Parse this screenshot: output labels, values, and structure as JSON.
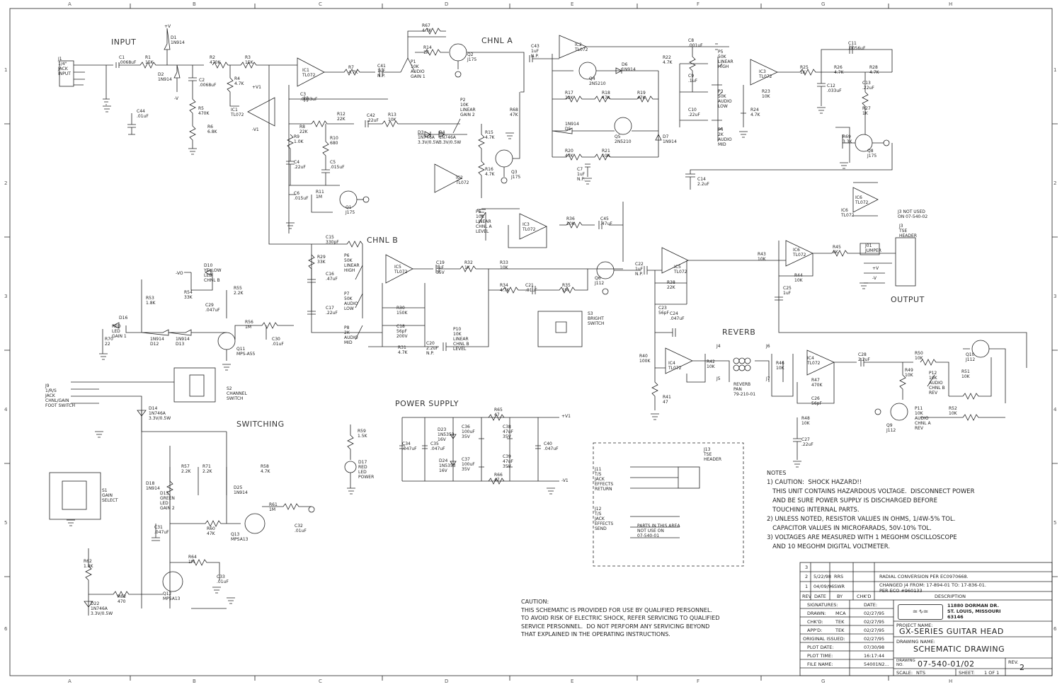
{
  "border": {
    "cols_top": [
      "A",
      "B",
      "C",
      "D",
      "E",
      "F",
      "G",
      "H"
    ],
    "rows_side": [
      "1",
      "2",
      "3",
      "4",
      "5",
      "6"
    ]
  },
  "sections": {
    "input": "INPUT",
    "chnl_a": "CHNL A",
    "chnl_b": "CHNL B",
    "power_supply": "POWER SUPPLY",
    "switching": "SWITCHING",
    "reverb": "REVERB",
    "output": "OUTPUT"
  },
  "components": [
    {
      "id": "c1",
      "text": "C1\n.0068uF"
    },
    {
      "id": "r1",
      "text": "R1\n15K"
    },
    {
      "id": "d1",
      "text": "D1\n1N914"
    },
    {
      "id": "d2",
      "text": "D2\n1N914"
    },
    {
      "id": "r2",
      "text": "R2\n470K"
    },
    {
      "id": "c2",
      "text": "C2\n.0068uF"
    },
    {
      "id": "r3",
      "text": "R3\n15K"
    },
    {
      "id": "r4",
      "text": "R4\n4.7K"
    },
    {
      "id": "r5",
      "text": "R5\n470K"
    },
    {
      "id": "r6",
      "text": "R6\n6.8K"
    },
    {
      "id": "c44",
      "text": "C44\n.01uF"
    },
    {
      "id": "ic1a",
      "text": "IC1\nTL072"
    },
    {
      "id": "ic1b",
      "text": "IC1\nTL072"
    },
    {
      "id": "r7",
      "text": "R7\n4.7K"
    },
    {
      "id": "c41",
      "text": "C41\n1uF\nN.P."
    },
    {
      "id": "p1",
      "text": "P1\n10K\nAUDIO\nGAIN 1"
    },
    {
      "id": "r67",
      "text": "R67\n4.7K"
    },
    {
      "id": "r14",
      "text": "R14\n1K"
    },
    {
      "id": "q2",
      "text": "Q2\nJ175"
    },
    {
      "id": "c3",
      "text": "C3\n.0033uF"
    },
    {
      "id": "r12",
      "text": "R12\n22K"
    },
    {
      "id": "c42",
      "text": "C42\n.22uF"
    },
    {
      "id": "r13",
      "text": "R13\n10K"
    },
    {
      "id": "p2",
      "text": "P2\n10K\nLINEAR\nGAIN 2"
    },
    {
      "id": "r8",
      "text": "R8\n22K"
    },
    {
      "id": "r9",
      "text": "R9\n1.0K"
    },
    {
      "id": "r10",
      "text": "R10\n680"
    },
    {
      "id": "c4",
      "text": "C4\n.22uF"
    },
    {
      "id": "c5",
      "text": "C5\n.015uF"
    },
    {
      "id": "c6",
      "text": "C6\n.015uF"
    },
    {
      "id": "r11",
      "text": "R11\n1M"
    },
    {
      "id": "q1",
      "text": "Q1\nJ175"
    },
    {
      "id": "d3",
      "text": "D3\n1N746A\n3.3V/0.5W"
    },
    {
      "id": "d4",
      "text": "D4\n1N746A\n3.3V/0.5W"
    },
    {
      "id": "ic2a",
      "text": "IC2\nTL072"
    },
    {
      "id": "r15",
      "text": "R15\n4.7K"
    },
    {
      "id": "r16",
      "text": "R16\n4.7K"
    },
    {
      "id": "q3",
      "text": "Q3\nJ175"
    },
    {
      "id": "r68",
      "text": "R68\n47K"
    },
    {
      "id": "c43",
      "text": "C43\n1uF\nN.P."
    },
    {
      "id": "ic2b",
      "text": "IC2\nTL072"
    },
    {
      "id": "q4",
      "text": "Q4\n2N5210"
    },
    {
      "id": "d6",
      "text": "D6\n1N914"
    },
    {
      "id": "r17",
      "text": "R17\n22K"
    },
    {
      "id": "r18",
      "text": "R18\n47K"
    },
    {
      "id": "r19",
      "text": "R19\n47K"
    },
    {
      "id": "q5",
      "text": "Q5\n2N5210"
    },
    {
      "id": "d5",
      "text": "1N914\nD5"
    },
    {
      "id": "d7",
      "text": "D7\n1N914"
    },
    {
      "id": "r20",
      "text": "R20\n47K"
    },
    {
      "id": "r21",
      "text": "R21\n10K"
    },
    {
      "id": "c7",
      "text": "C7\n1uF\nN.P."
    },
    {
      "id": "c8",
      "text": "C8\n.001uF"
    },
    {
      "id": "r22",
      "text": "R22\n4.7K"
    },
    {
      "id": "p5",
      "text": "P5\n50K\nLINEAR\nHIGH"
    },
    {
      "id": "c9",
      "text": "C9\n.1uF"
    },
    {
      "id": "p3",
      "text": "P3\n50K\nAUDIO\nLOW"
    },
    {
      "id": "c10",
      "text": "C10\n.22uF"
    },
    {
      "id": "p4",
      "text": "P4\n2K\nAUDIO\nMID"
    },
    {
      "id": "ic3a",
      "text": "IC3\nTL072"
    },
    {
      "id": "r23",
      "text": "R23\n10K"
    },
    {
      "id": "r24",
      "text": "R24\n4.7K"
    },
    {
      "id": "r25",
      "text": "R25\n1K"
    },
    {
      "id": "c11",
      "text": "C11\n.0056uF"
    },
    {
      "id": "r26",
      "text": "R26\n4.7K"
    },
    {
      "id": "r28",
      "text": "R28\n4.7K"
    },
    {
      "id": "c12",
      "text": "C12\n.033uF"
    },
    {
      "id": "c13",
      "text": "C13\n.22uF"
    },
    {
      "id": "r27",
      "text": "R27\n1K"
    },
    {
      "id": "r69",
      "text": "R69\n3.3K"
    },
    {
      "id": "q8",
      "text": "Q8\nJ175"
    },
    {
      "id": "c14",
      "text": "C14\n2.2uF"
    },
    {
      "id": "ic6a",
      "text": "IC6\nTL072"
    },
    {
      "id": "j3note",
      "text": "J3 NOT USED\nON 07-540-02"
    },
    {
      "id": "j3",
      "text": "J3\nTSE\nHEADER"
    },
    {
      "id": "p6",
      "text": "P6\n10K\nLINEAR\nCHNL A\nLEVEL"
    },
    {
      "id": "ic3b",
      "text": "IC3\nTL072"
    },
    {
      "id": "r36",
      "text": "R36\n10K"
    },
    {
      "id": "c45",
      "text": "C45\n.47uF"
    },
    {
      "id": "c15",
      "text": "C15\n330pF"
    },
    {
      "id": "r29",
      "text": "R29\n33K"
    },
    {
      "id": "p6b",
      "text": "P6\n50K\nLINEAR\nHIGH"
    },
    {
      "id": "c16",
      "text": "C16\n.47uF"
    },
    {
      "id": "p7",
      "text": "P7\n50K\nAUDIO\nLOW"
    },
    {
      "id": "c17",
      "text": "C17\n.22uF"
    },
    {
      "id": "p8",
      "text": "P8\n2K\nAUDIO\nMID"
    },
    {
      "id": "ic5a",
      "text": "IC5\nTL072"
    },
    {
      "id": "c19",
      "text": "C19\n1uF\n35V"
    },
    {
      "id": "r32",
      "text": "R32\n1K"
    },
    {
      "id": "r30",
      "text": "R30\n150K"
    },
    {
      "id": "c18",
      "text": "C18\n56pF\n200V"
    },
    {
      "id": "r31",
      "text": "R31\n4.7K"
    },
    {
      "id": "c20",
      "text": "C20\n2.2uF\nN.P."
    },
    {
      "id": "p10",
      "text": "P10\n10K\nLINEAR\nCHNL B\nLEVEL"
    },
    {
      "id": "r33",
      "text": "R33\n10K"
    },
    {
      "id": "r34",
      "text": "R34\n4.7K"
    },
    {
      "id": "c21",
      "text": "C21\n.01uF"
    },
    {
      "id": "r35",
      "text": "R35\n1M"
    },
    {
      "id": "s3",
      "text": "S3\nBRIGHT\nSWITCH"
    },
    {
      "id": "q6",
      "text": "Q6\nJ112"
    },
    {
      "id": "c22",
      "text": "C22\n1uF\nN.P."
    },
    {
      "id": "ic5b",
      "text": "IC5\nTL072"
    },
    {
      "id": "r38",
      "text": "R38\n22K"
    },
    {
      "id": "c23",
      "text": "C23\n56pF"
    },
    {
      "id": "c24",
      "text": "C24\n.047uF"
    },
    {
      "id": "r43",
      "text": "R43\n10K"
    },
    {
      "id": "ic6b",
      "text": "IC6\nTL072"
    },
    {
      "id": "r44",
      "text": "R44\n10K"
    },
    {
      "id": "c25",
      "text": "C25\n1uF"
    },
    {
      "id": "r45",
      "text": "R45\n1K"
    },
    {
      "id": "j01",
      "text": "J01\nJUMPER"
    },
    {
      "id": "ic4a",
      "text": "IC4\nTL072"
    },
    {
      "id": "r40",
      "text": "R40\n100K"
    },
    {
      "id": "r41",
      "text": "R41\n47"
    },
    {
      "id": "r42",
      "text": "R42\n10K"
    },
    {
      "id": "j4",
      "text": "J4"
    },
    {
      "id": "j5",
      "text": "J5"
    },
    {
      "id": "pan",
      "text": "REVERB\nPAN\n79-210-01"
    },
    {
      "id": "j6",
      "text": "J6"
    },
    {
      "id": "j7",
      "text": "J7"
    },
    {
      "id": "r46",
      "text": "R46\n10K"
    },
    {
      "id": "ic4b",
      "text": "IC4\nTL072"
    },
    {
      "id": "r47",
      "text": "R47\n470K"
    },
    {
      "id": "c26",
      "text": "C26\n56pF"
    },
    {
      "id": "r48",
      "text": "R48\n10K"
    },
    {
      "id": "c27",
      "text": "C27\n.22uF"
    },
    {
      "id": "c28",
      "text": "C28\n2.2uF"
    },
    {
      "id": "r50",
      "text": "R50\n10K"
    },
    {
      "id": "r49",
      "text": "R49\n10K"
    },
    {
      "id": "p12",
      "text": "P12\n10K\nAUDIO\nCHNL B\nREV"
    },
    {
      "id": "r51",
      "text": "R51\n10K"
    },
    {
      "id": "q10",
      "text": "Q10\nJ112"
    },
    {
      "id": "q9",
      "text": "Q9\nJ112"
    },
    {
      "id": "p11",
      "text": "P11\n10K\nAUDIO\nCHNL A\nREV"
    },
    {
      "id": "r52",
      "text": "R52\n10K"
    },
    {
      "id": "d10",
      "text": "D10\nYELLOW\nLED\nCHNL B"
    },
    {
      "id": "r54",
      "text": "R54\n33K"
    },
    {
      "id": "r55",
      "text": "R55\n2.2K"
    },
    {
      "id": "c29",
      "text": "C29\n.047uF"
    },
    {
      "id": "r53",
      "text": "R53\n1.8K"
    },
    {
      "id": "d16",
      "text": "D16"
    },
    {
      "id": "d16b",
      "text": "RED\nLED\nGAIN 1"
    },
    {
      "id": "r70",
      "text": "R70\n22"
    },
    {
      "id": "d12",
      "text": "1N914\nD12"
    },
    {
      "id": "d13",
      "text": "1N914\nD13"
    },
    {
      "id": "r56",
      "text": "R56\n1M"
    },
    {
      "id": "q11",
      "text": "Q11\nMPS-A55"
    },
    {
      "id": "c30",
      "text": "C30\n.01uF"
    },
    {
      "id": "j9",
      "text": "J9\n1/R/S\nJACK\nCHNL/GAIN\nFOOT SWITCH"
    },
    {
      "id": "s2",
      "text": "S2\nCHANNEL\nSWITCH"
    },
    {
      "id": "d14",
      "text": "D14\n1N746A\n3.3V/0.5W"
    },
    {
      "id": "s1",
      "text": "S1\nGAIN\nSELECT"
    },
    {
      "id": "d18",
      "text": "D18\n1N914"
    },
    {
      "id": "r57",
      "text": "R57\n2.2K"
    },
    {
      "id": "d15",
      "text": "D15\nGREEN\nLED\nGAIN 2"
    },
    {
      "id": "r71",
      "text": "R71\n2.2K"
    },
    {
      "id": "c31",
      "text": "C31\n.047uF"
    },
    {
      "id": "r60",
      "text": "R60\n47K"
    },
    {
      "id": "d25",
      "text": "D25\n1N914"
    },
    {
      "id": "r58",
      "text": "R58\n4.7K"
    },
    {
      "id": "q13",
      "text": "Q13\nMPSA13"
    },
    {
      "id": "r61",
      "text": "R61\n1M"
    },
    {
      "id": "c32",
      "text": "C32\n.01uF"
    },
    {
      "id": "r64",
      "text": "R64\n1M"
    },
    {
      "id": "c33",
      "text": "C33\n.01uF"
    },
    {
      "id": "r62",
      "text": "R62\n1.8K"
    },
    {
      "id": "r63",
      "text": "R63\n470"
    },
    {
      "id": "q12",
      "text": "Q12\nMPSA13"
    },
    {
      "id": "d22",
      "text": "D22\n1N746A\n3.3V/0.5W"
    },
    {
      "id": "r59",
      "text": "R59\n1.5K"
    },
    {
      "id": "d17",
      "text": "D17\nRED\nLED\nPOWER"
    },
    {
      "id": "c34",
      "text": "C34\n.047uF"
    },
    {
      "id": "c35",
      "text": "C35\n.047uF"
    },
    {
      "id": "d23",
      "text": "D23\n1N5353\n16V"
    },
    {
      "id": "d24",
      "text": "D24\n1N5353\n16V"
    },
    {
      "id": "c36",
      "text": "C36\n100uF\n35V"
    },
    {
      "id": "c37",
      "text": "C37\n100uF\n35V"
    },
    {
      "id": "r65",
      "text": "R65\n47"
    },
    {
      "id": "r66",
      "text": "R66\n47"
    },
    {
      "id": "c38",
      "text": "C38\n47uF\n35V"
    },
    {
      "id": "c39",
      "text": "C39\n47uF\n35V"
    },
    {
      "id": "c40",
      "text": "C40\n.047uF"
    },
    {
      "id": "j11",
      "text": "J11\nT/S\nJACK\nEFFECTS\nRETURN"
    },
    {
      "id": "j12",
      "text": "J12\nT/S\nJACK\nEFFECTS\nSEND"
    },
    {
      "id": "j13",
      "text": "J13\nTSE\nHEADER"
    },
    {
      "id": "fxnote",
      "text": "PARTS IN THIS AREA\nNOT USE ON\n07-540-01"
    },
    {
      "id": "ic6c",
      "text": "IC6\nTL072"
    },
    {
      "id": "jin",
      "text": "J1\n1/4\"\nJACK\nINPUT"
    }
  ],
  "rails": {
    "v1p": "+V1",
    "v1n": "-V1",
    "vp": "+V",
    "vn": "-V",
    "vo": "-VO"
  },
  "notes": {
    "title": "NOTES",
    "body": "1) CAUTION:  SHOCK HAZARD!!\n   THIS UNIT CONTAINS HAZARDOUS VOLTAGE.  DISCONNECT POWER\n   AND BE SURE POWER SUPPLY IS DISCHARGED BEFORE\n   TOUCHING INTERNAL PARTS.\n2) UNLESS NOTED, RESISTOR VALUES IN OHMS, 1/4W-5% TOL.\n   CAPACITOR VALUES IN MICROFARADS, 50V-10% TOL.\n3) VOLTAGES ARE MEASURED WITH 1 MEGOHM OSCILLOSCOPE\n   AND 10 MEGOHM DIGITAL VOLTMETER."
  },
  "caution": "CAUTION:\nTHIS SCHEMATIC IS PROVIDED FOR USE BY QUALIFIED PERSONNEL.\nTO AVOID RISK OF ELECTRIC SHOCK, REFER SERVICING TO QUALIFIED\nSERVICE PERSONNEL.  DO NOT PERFORM ANY SERVICING BEYOND\nTHAT EXPLAINED IN THE OPERATING INSTRUCTIONS.",
  "title_block": {
    "rev_rows": [
      {
        "rev": "3",
        "date": "",
        "by": "",
        "chkd": "",
        "desc": ""
      },
      {
        "rev": "2",
        "date": "5/22/98",
        "by": "RRS",
        "chkd": "",
        "desc": "RADIAL CONVERSION PER EC0970668."
      },
      {
        "rev": "1",
        "date": "04/09/96",
        "by": "SWR",
        "chkd": "",
        "desc": "CHANGED J4 FROM: 17-894-01 TO: 17-836-01.\nPER ECO #960133"
      }
    ],
    "rev_headers": [
      "REV",
      "DATE",
      "BY",
      "CHK'D",
      "DESCRIPTION"
    ],
    "signatures_label": "SIGNATURES:",
    "date_label": "DATE:",
    "drawn_label": "DRAWN:",
    "drawn": "MCA",
    "drawn_date": "02/27/95",
    "chkd_label": "CHK'D:",
    "chkd": "TEK",
    "chkd_date": "02/27/95",
    "appd_label": "APP'D:",
    "appd": "TEK",
    "appd_date": "02/27/95",
    "orig_label": "ORIGINAL ISSUED:",
    "orig_date": "02/27/95",
    "plot_date_label": "PLOT DATE:",
    "plot_date": "07/30/98",
    "plot_time_label": "PLOT TIME:",
    "plot_time": "16:17:44",
    "file_label": "FILE NAME:",
    "file": "54001N2...",
    "address": "11880 DORMAN DR.\nST. LOUIS, MISSOURI\n63146",
    "project_label": "PROJECT NAME:",
    "project": "GX-SERIES GUITAR HEAD",
    "drawing_label": "DRAWING NAME:",
    "drawing": "SCHEMATIC DRAWING",
    "drawing_no_label": "DRAWING\nNO.",
    "drawing_no": "07-540-01/02",
    "rev_label": "REV.",
    "rev": "2",
    "scale_label": "SCALE:",
    "scale": "NTS",
    "sheet_label": "SHEET:",
    "sheet": "1 OF 1"
  }
}
